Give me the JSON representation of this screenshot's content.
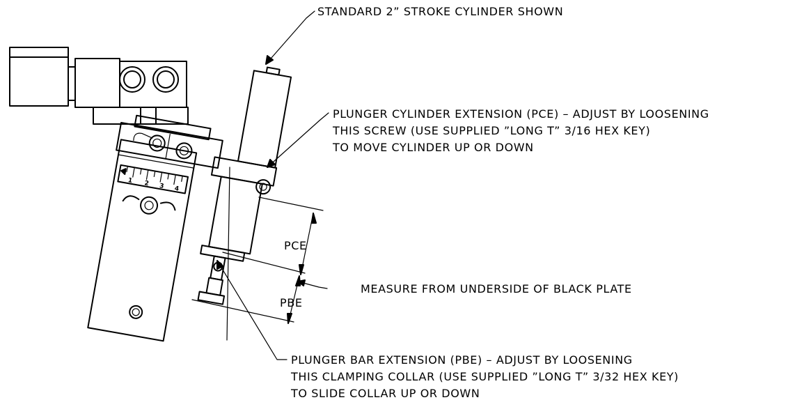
{
  "callouts": {
    "cylinder": "STANDARD 2” STROKE CYLINDER SHOWN",
    "pce_line1": "PLUNGER CYLINDER EXTENSION (PCE) – ADJUST BY LOOSENING",
    "pce_line2": "THIS SCREW (USE SUPPLIED ”LONG T” 3/16 HEX KEY)",
    "pce_line3": "TO MOVE CYLINDER UP OR DOWN",
    "measure": "MEASURE FROM UNDERSIDE OF BLACK PLATE",
    "pbe_line1": "PLUNGER BAR EXTENSION (PBE) – ADJUST BY LOOSENING",
    "pbe_line2": "THIS CLAMPING COLLAR (USE SUPPLIED ”LONG T” 3/32 HEX KEY)",
    "pbe_line3": "TO SLIDE COLLAR UP OR DOWN"
  },
  "dimensions": {
    "pce": "PCE",
    "pbe": "PBE"
  },
  "scale": {
    "ticks": [
      "1",
      "2",
      "3",
      "4"
    ]
  }
}
